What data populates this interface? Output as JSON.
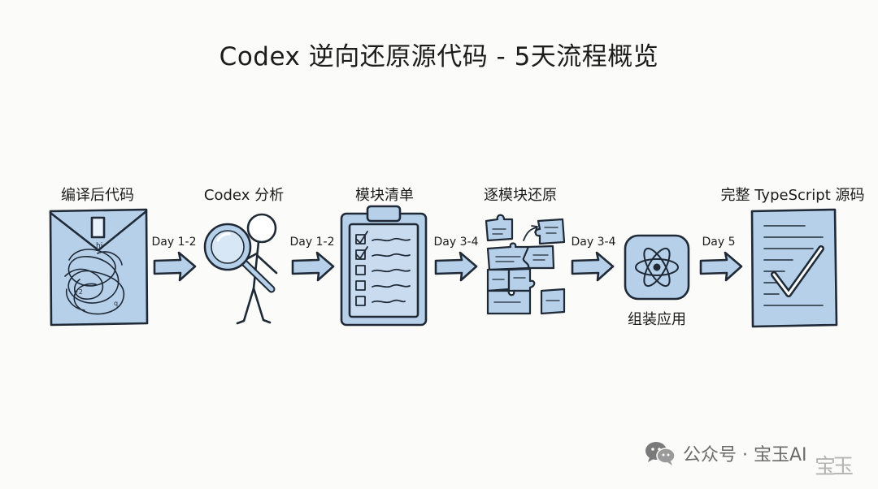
{
  "title": "Codex 逆向还原源代码 - 5天流程概览",
  "steps": [
    {
      "label": "编译后代码",
      "icon": "tangled-code-folder-icon"
    },
    {
      "label": "Codex 分析",
      "icon": "stick-figure-magnifier-icon"
    },
    {
      "label": "模块清单",
      "icon": "clipboard-checklist-icon"
    },
    {
      "label": "逐模块还原",
      "icon": "puzzle-pieces-icon"
    },
    {
      "label": "组装应用",
      "icon": "atom-app-icon"
    },
    {
      "label": "完整 TypeScript 源码",
      "icon": "checked-document-icon"
    }
  ],
  "arrows": [
    {
      "label": "Day 1-2"
    },
    {
      "label": "Day 1-2"
    },
    {
      "label": "Day 3-4"
    },
    {
      "label": "Day 3-4"
    },
    {
      "label": "Day 5"
    }
  ],
  "watermark": {
    "text": "公众号 · 宝玉AI",
    "seal": "宝玉",
    "icon": "wechat-icon"
  },
  "colors": {
    "fill": "#b6d0ea",
    "stroke": "#1f2a36",
    "background": "#fbfbf9"
  }
}
